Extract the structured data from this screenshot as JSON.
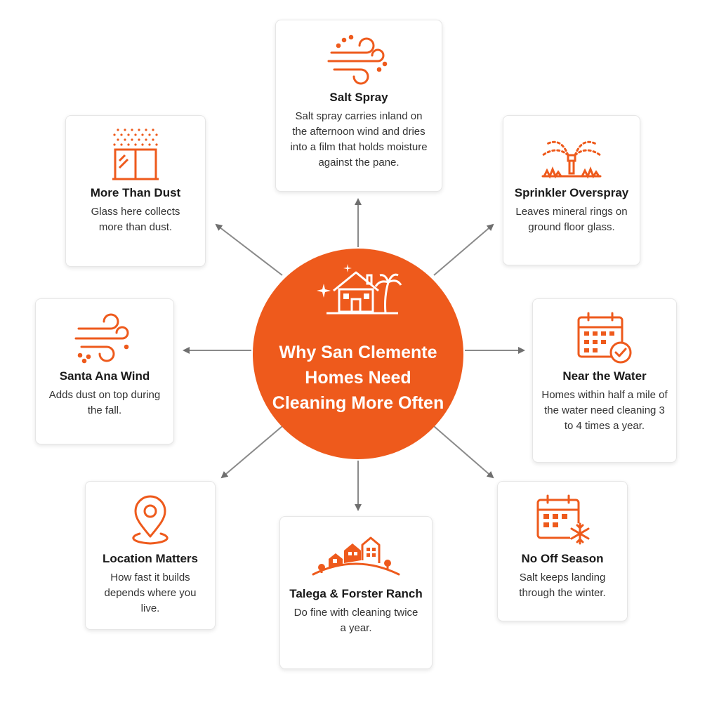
{
  "hub": {
    "title": "Why San Clemente Homes Need Cleaning More Often"
  },
  "accent_color": "#ee5a1c",
  "cards": {
    "salt_spray": {
      "icon": "wind-spray-icon",
      "title": "Salt Spray",
      "desc": "Salt spray carries inland on the afternoon wind and dries into a film that holds moisture against the pane."
    },
    "more_than_dust": {
      "icon": "window-icon",
      "title": "More Than Dust",
      "desc": "Glass here collects more than dust."
    },
    "sprinkler": {
      "icon": "sprinkler-icon",
      "title": "Sprinkler Overspray",
      "desc": "Leaves mineral rings on ground floor glass."
    },
    "santa_ana": {
      "icon": "wind-icon",
      "title": "Santa Ana Wind",
      "desc": "Adds dust on top during the fall."
    },
    "near_water": {
      "icon": "calendar-check-icon",
      "title": "Near the Water",
      "desc": "Homes within half a mile of the water need cleaning 3 to 4 times a year."
    },
    "location": {
      "icon": "location-pin-icon",
      "title": "Location Matters",
      "desc": "How fast it builds depends where you live."
    },
    "talega": {
      "icon": "hillside-homes-icon",
      "title": "Talega & Forster Ranch",
      "desc": "Do fine with cleaning twice a year."
    },
    "no_off_season": {
      "icon": "calendar-snowflake-icon",
      "title": "No Off Season",
      "desc": "Salt keeps landing through the winter."
    }
  }
}
